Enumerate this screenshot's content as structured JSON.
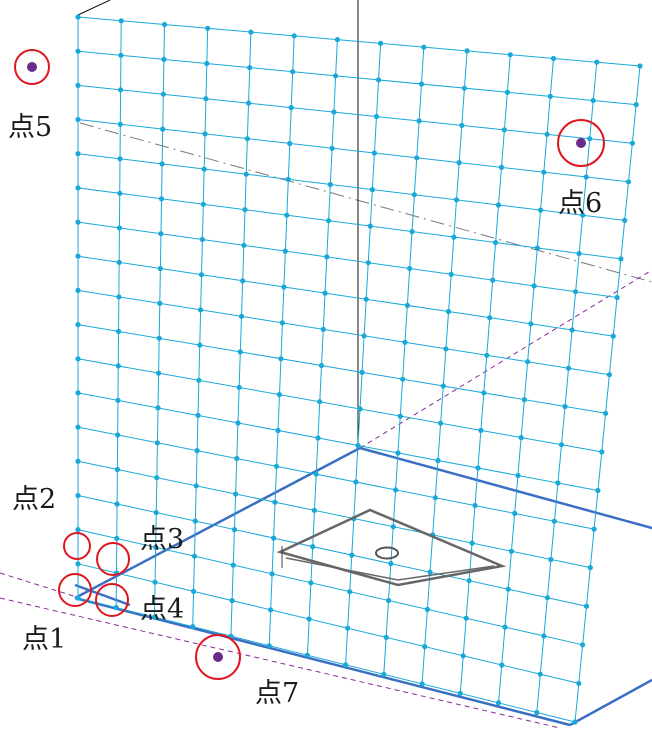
{
  "colors": {
    "mesh": "#1aa8d8",
    "node": "#1aa8d8",
    "outline": "#3a6fc4",
    "marker_ring": "#e0161e",
    "marker_dot": "#6a2a8a",
    "axis": "#111111",
    "dashdot": "#7a7a7a",
    "dashed": "#8a2a9a",
    "plate": "#666666"
  },
  "labels": {
    "p1": "点1",
    "p2": "点2",
    "p3": "点3",
    "p4": "点4",
    "p5": "点5",
    "p6": "点6",
    "p7": "点7"
  }
}
